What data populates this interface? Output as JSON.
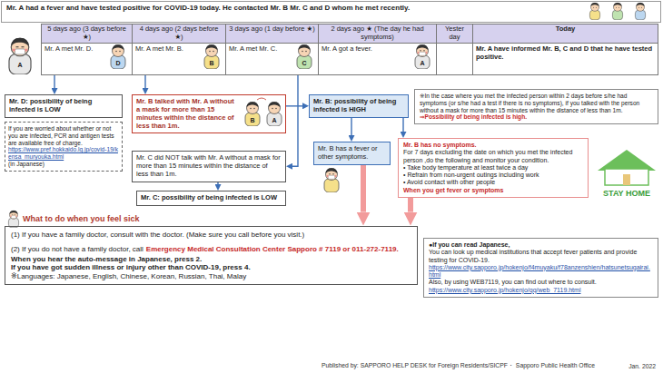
{
  "diagram": {
    "title": "Mr. A had a fever and have tested positive for COVID-19 today. He contacted Mr. B Mr. C and D whom he met recently.",
    "nodes": [
      {
        "text": [
          "5 days ago (3 days before ★)",
          "Mr. A met Mr. D."
        ]
      },
      {
        "text": [
          "4 days ago (2 days before ★)",
          "Mr. A met Mr. B."
        ]
      },
      {
        "text": [
          "3 days ago (1 day before ★)",
          "Mr. A met Mr. C."
        ]
      },
      {
        "text": [
          "2 days ago ★ (The day he had symptoms)",
          "Mr. A got a fever."
        ]
      },
      {
        "text": [
          "Yester day"
        ]
      },
      {
        "text": [
          "Today",
          "Mr. A have informed Mr. B, C and D that he have tested positive."
        ]
      },
      {
        "text": [
          "Mr. D: possibility of being infected is LOW"
        ]
      },
      {
        "text": [
          "If you are worried about whether or not you are infected, PCR and antigen tests are available free of charge.",
          "https://www.pref.hokkaido.lg.jp/covid-19/kensa_muryouka.html",
          "(in Japanese)"
        ]
      },
      {
        "text": [
          "Mr. B talked with Mr. A without a mask for more than 15 minutes within the distance of less than 1m."
        ]
      },
      {
        "text": [
          "Mr. C did NOT talk with Mr. A without a mask for more than 15 minutes within the distance of less than 1m."
        ]
      },
      {
        "text": [
          "Mr. C: possibility of being infected is LOW"
        ]
      },
      {
        "text": [
          "Mr. B: possibility of being infected is HIGH"
        ]
      },
      {
        "text": [
          "※In the case where you met the infected person within 2 days before s/he had symptoms (or s/he had a test if there is no symptoms), if you talked with the person without a mask for more than 15 minutes within the distance of less than 1m.",
          "⇒Possibility of being infected is high."
        ]
      },
      {
        "text": [
          "Mr. B has a fever or other symptoms."
        ]
      },
      {
        "text": [
          "Mr. B has no symptoms.",
          "For 7 days excluding the date on which you met the infected person ,do the following and monitor your condition.",
          "• Take body temperature at least twice a day",
          "• Refrain from non-urgent outings including work",
          "• Avoid contact with other people",
          "When you get fever or symptoms"
        ]
      },
      {
        "text": [
          "What to do when you feel sick",
          "(1) If you have a family doctor, consult with the doctor. (Make sure you call before you visit.)",
          "(2) If you do not have a family doctor, call",
          "Emergency Medical Consultation Center Sapporo # 7119 or 011-272-7119.",
          "When you hear the auto-message in Japanese, press 2.",
          "If you have got sudden illness or injury other than COVID-19, press 4.",
          "※Languages: Japanese, English, Chinese, Korean, Russian, Thai, Malay"
        ]
      },
      {
        "text": [
          "●If you can read Japanese,",
          "You can look up medical institutions that accept fever patients and provide testing for COVID-19.",
          "https://www.city.sapporo.jp/hokenjo/f4muyaku/f78anzenshien/hatsunetsugairai.html",
          "Also, by using WEB7119, you can find out where to consult.",
          "https://www.city.sapporo.jp/hokenjo/qq/web_7119.html"
        ]
      }
    ],
    "edges": [
      {
        "from": 0,
        "to": 6,
        "arrow": "to"
      },
      {
        "from": 1,
        "to": 8,
        "arrow": "to"
      },
      {
        "from": 2,
        "to": 9,
        "arrow": "to"
      },
      {
        "from": 9,
        "to": 10,
        "arrow": "to"
      },
      {
        "from": 8,
        "to": 11,
        "arrow": "to"
      },
      {
        "from": 11,
        "to": 13,
        "arrow": "to"
      },
      {
        "from": 11,
        "to": 14,
        "arrow": "to"
      },
      {
        "from": 13,
        "to": 15,
        "arrow": "to"
      },
      {
        "from": 14,
        "to": 15,
        "arrow": "to"
      }
    ],
    "labels": [
      "A",
      "D",
      "B",
      "C",
      "A",
      "B",
      "A",
      "STAY HOME",
      "Published by: SAPPORO HELP DESK for Foreign Residents/SICPF・ Sapporo Public Health Office",
      "Jan. 2022"
    ]
  }
}
